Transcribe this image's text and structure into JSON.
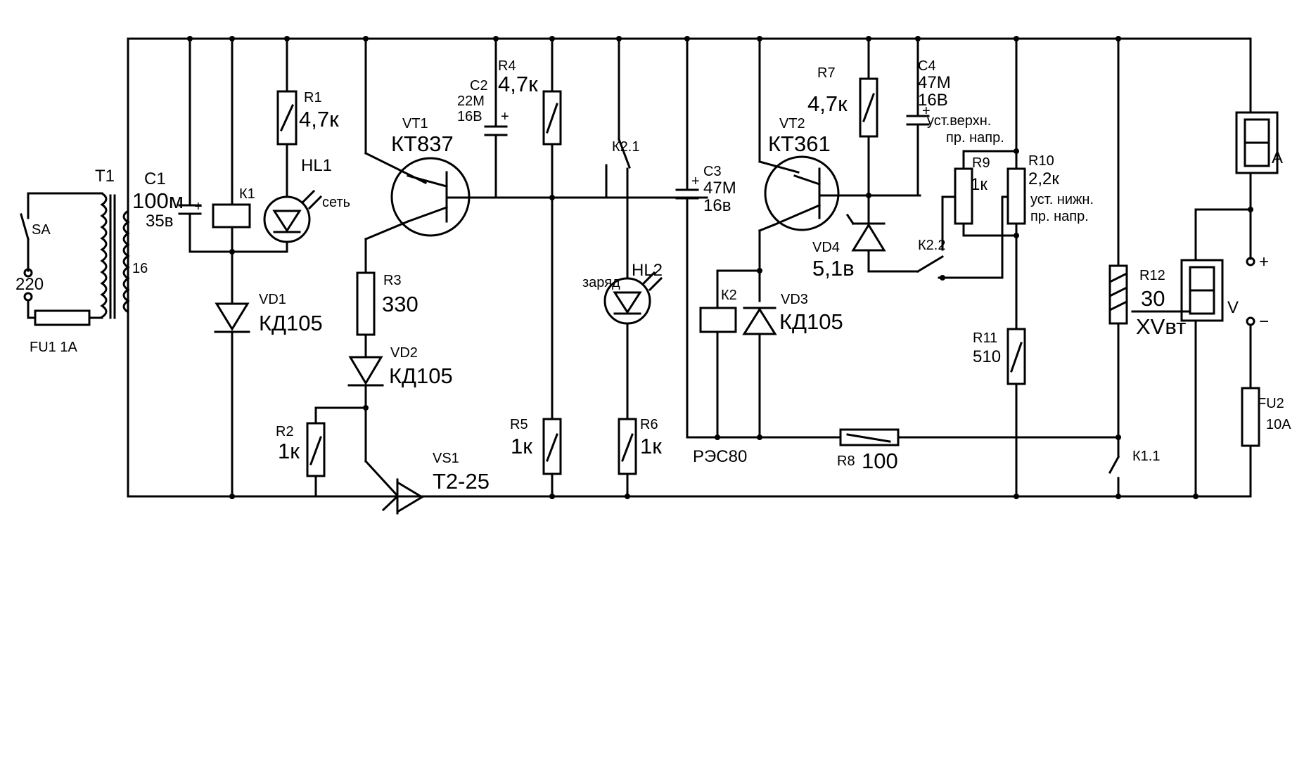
{
  "labels": {
    "SA": "SA",
    "v220": "220",
    "FU1": "FU1 1A",
    "T1": "T1",
    "T1_16": "16",
    "C1_name": "C1",
    "C1_val": "100м",
    "C1_v": "35в",
    "K1": "К1",
    "R1_name": "R1",
    "R1_val": "4,7к",
    "HL1": "HL1",
    "set": "сеть",
    "VD1_name": "VD1",
    "VD1_type": "КД105",
    "VT1_name": "VT1",
    "VT1_type": "КТ837",
    "C2_name": "C2",
    "C2_val": "22М",
    "C2_v": "16В",
    "R4_name": "R4",
    "R4_val": "4,7к",
    "R3_name": "R3",
    "R3_val": "330",
    "VD2_name": "VD2",
    "VD2_type": "КД105",
    "R2_name": "R2",
    "R2_val": "1к",
    "VS1_name": "VS1",
    "VS1_type": "Т2-25",
    "R5_name": "R5",
    "R5_val": "1к",
    "K21": "К2.1",
    "zaryad": "заряд",
    "HL2": "HL2",
    "R6_name": "R6",
    "R6_val": "1к",
    "C3_name": "C3",
    "C3_val": "47М",
    "C3_v": "16в",
    "K2": "К2",
    "RES80": "РЭС80",
    "VT2_name": "VT2",
    "VT2_type": "КТ361",
    "VD3_name": "VD3",
    "VD3_type": "КД105",
    "R7_name": "R7",
    "R7_val": "4,7к",
    "VD4_name": "VD4",
    "VD4_val": "5,1в",
    "C4_name": "C4",
    "C4_val": "47М",
    "C4_v": "16В",
    "C4_note1": "уст.верхн.",
    "C4_note2": "пр. напр.",
    "R9_name": "R9",
    "R9_val": "1к",
    "R10_name": "R10",
    "R10_val": "2,2к",
    "R10_note1": "уст. нижн.",
    "R10_note2": "пр. напр.",
    "K22": "К2.2",
    "R11_name": "R11",
    "R11_val": "510",
    "R8_name": "R8",
    "R8_val": "100",
    "K11": "К1.1",
    "R12_name": "R12",
    "R12_val": "30",
    "R12_type": "XVвт",
    "A": "А",
    "V": "V",
    "plus": "+",
    "minus": "−",
    "FU2_name": "FU2",
    "FU2_val": "10А"
  }
}
